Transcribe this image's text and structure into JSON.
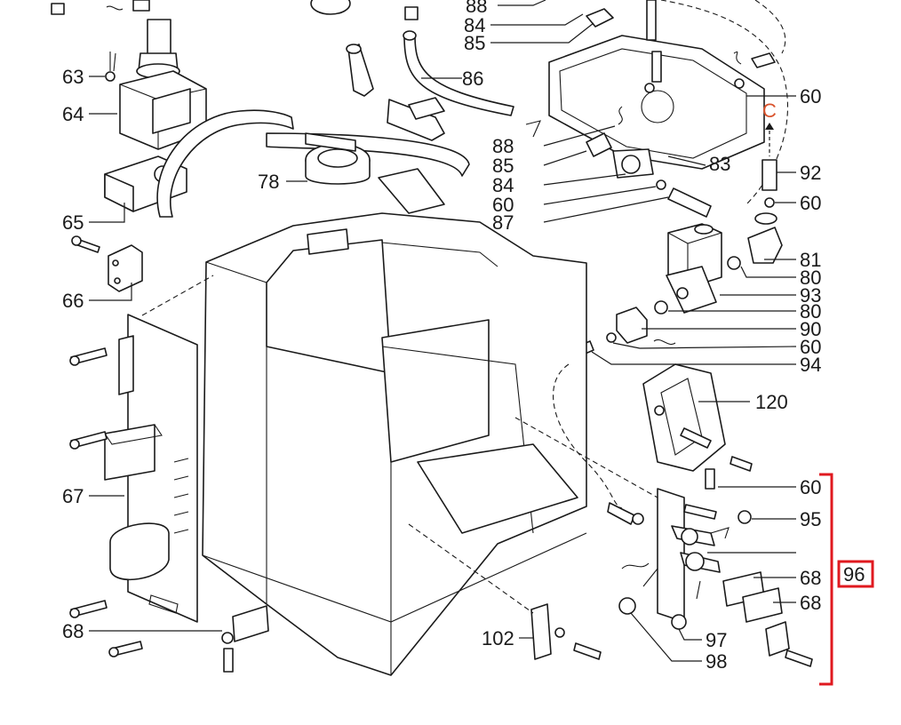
{
  "diagram": {
    "labels": {
      "l88a": "88",
      "l84a": "84",
      "l85a": "85",
      "l86": "86",
      "l63": "63",
      "l64": "64",
      "l60a": "60",
      "lC": "C",
      "l88b": "88",
      "l85b": "85",
      "l84b": "84",
      "l83": "83",
      "l92": "92",
      "l78": "78",
      "l60b": "60",
      "l60c": "60",
      "l87": "87",
      "l65": "65",
      "l81": "81",
      "l80a": "80",
      "l66": "66",
      "l93": "93",
      "l80b": "80",
      "l90": "90",
      "l60d": "60",
      "l94": "94",
      "l120": "120",
      "l67": "67",
      "l60e": "60",
      "l95": "95",
      "l96": "96",
      "l68a": "68",
      "l68b": "68",
      "l68c": "68",
      "l97": "97",
      "l102": "102",
      "l98": "98"
    },
    "colors": {
      "line": "#1a1a1a",
      "accent_arrow": "#d9532c",
      "group_bracket": "#e0191f"
    }
  }
}
